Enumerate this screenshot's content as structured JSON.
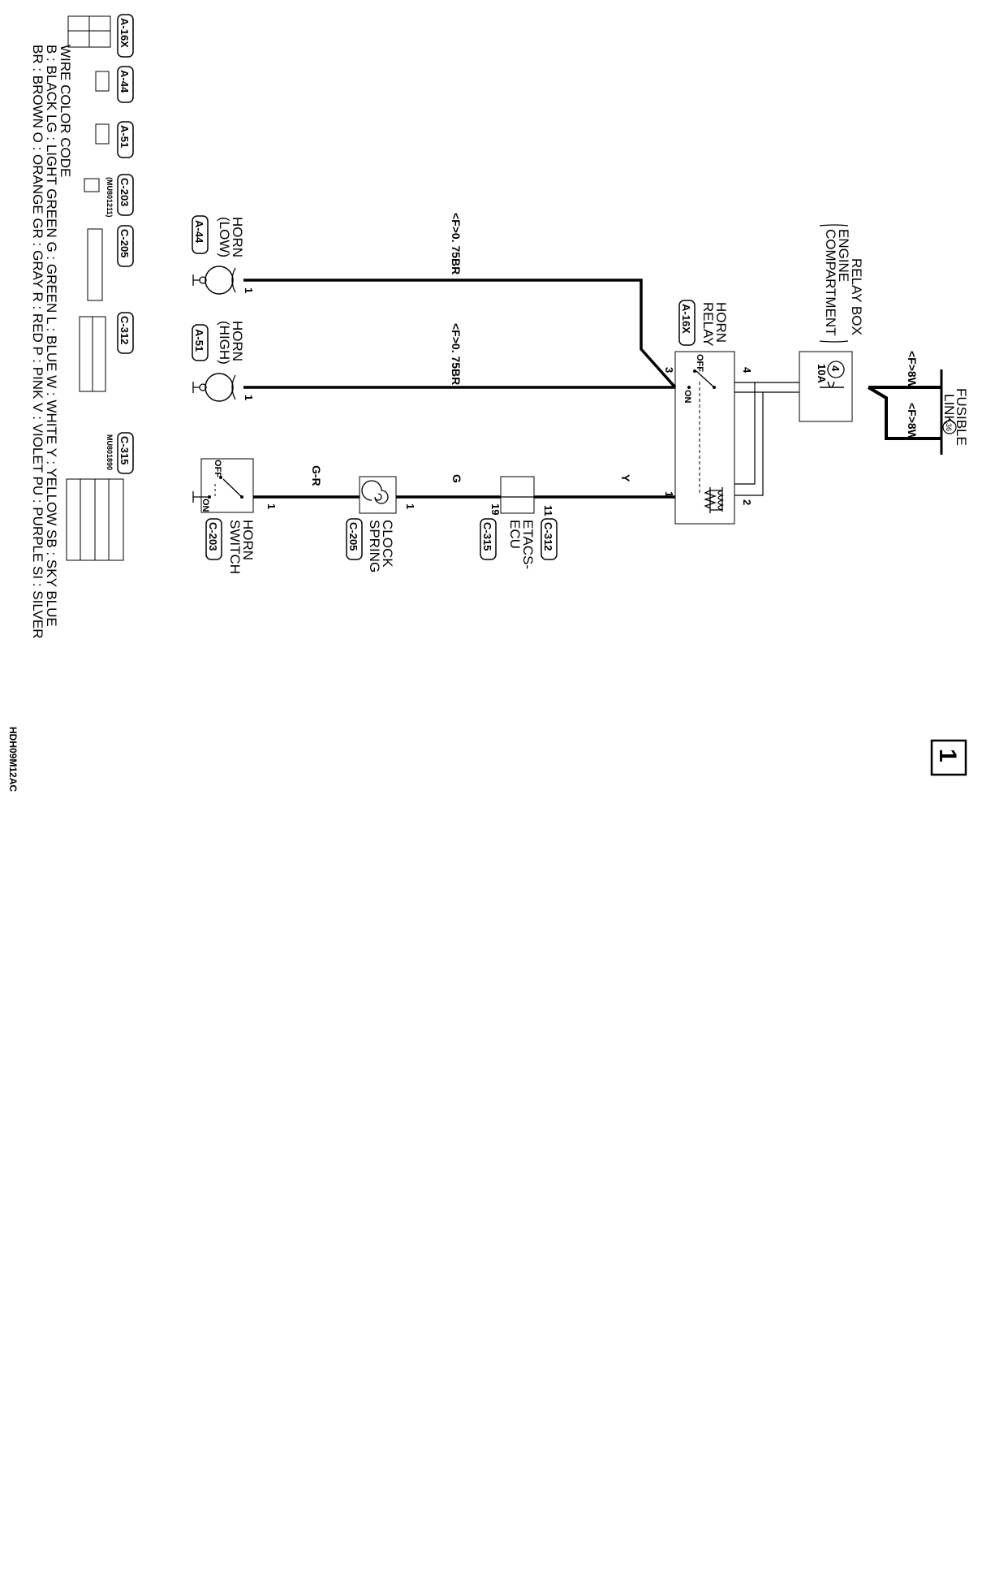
{
  "page_marker": "1",
  "diagram_code": "HDH09M12AC",
  "wire_color_code": {
    "title": "WIRE COLOR CODE",
    "rows": [
      "B : BLACK    LG : LIGHT GREEN    G : GREEN    L : BLUE    W : WHITE    Y : YELLOW    SB : SKY BLUE",
      "BR : BROWN    O : ORANGE    GR : GRAY    R : RED    P : PINK    V : VIOLET    PU : PURPLE    SI : SILVER"
    ]
  },
  "connector_legend": [
    {
      "id": "A-16X"
    },
    {
      "id": "A-44"
    },
    {
      "id": "A-51"
    },
    {
      "id": "C-203",
      "part": "(MU801211)"
    },
    {
      "id": "C-205"
    },
    {
      "id": "C-312"
    },
    {
      "id": "C-315",
      "part": "MU801890"
    }
  ],
  "components": {
    "fusible_link": {
      "line1": "FUSIBLE",
      "line2": "LINK",
      "number": "36"
    },
    "relay_box": {
      "line1": "RELAY BOX",
      "line2": "ENGINE",
      "line3": "COMPARTMENT",
      "fuse_number": "4",
      "fuse_rating": "10A"
    },
    "horn_relay": {
      "line1": "HORN",
      "line2": "RELAY",
      "connector": "A-16X",
      "off": "OFF",
      "on": "ON",
      "pins": [
        "4",
        "3",
        "1",
        "2"
      ]
    },
    "horn_low": {
      "line1": "HORN",
      "line2": "(LOW)",
      "connector": "A-44",
      "pin": "1"
    },
    "horn_high": {
      "line1": "HORN",
      "line2": "(HIGH)",
      "connector": "A-51",
      "pin": "1"
    },
    "etacs": {
      "line1": "ETACS-",
      "line2": "ECU",
      "connector_a": "C-312",
      "pin_a": "11",
      "connector_b": "C-315",
      "pin_b": "19"
    },
    "clock_spring": {
      "line1": "CLOCK",
      "line2": "SPRING",
      "connector": "C-205",
      "pin": "1"
    },
    "horn_switch": {
      "line1": "HORN",
      "line2": "SWITCH",
      "connector": "C-203",
      "pin": "1",
      "off": "OFF",
      "on": "ON"
    }
  },
  "wires": {
    "feed_a": "<F>8W",
    "feed_b": "<F>8W",
    "horn_low": "<F>0. 75BR",
    "horn_high": "<F>0. 75BR",
    "relay_etacs": "Y",
    "etacs_clock": "G",
    "clock_switch": "G-R"
  }
}
